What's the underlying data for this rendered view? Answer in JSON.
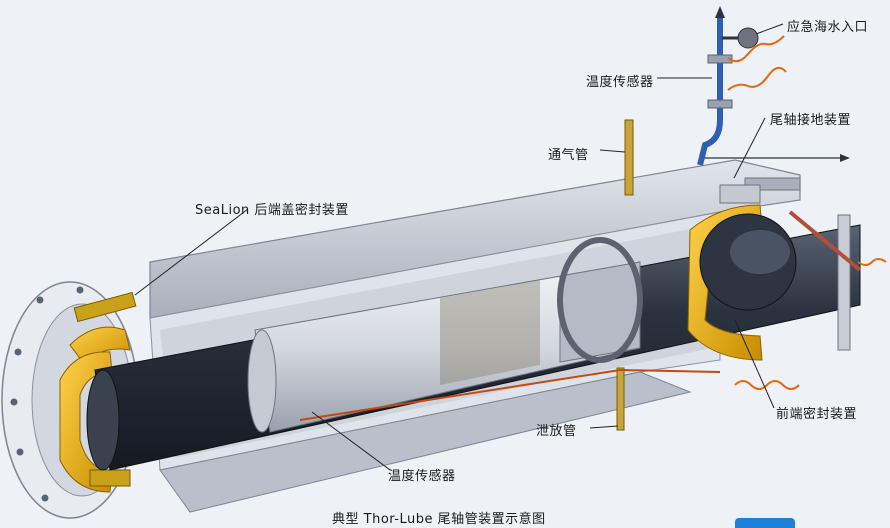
{
  "labels": {
    "emergency_inlet": "应急海水入口",
    "temp_sensor_top": "温度传感器",
    "shaft_grounding": "尾轴接地装置",
    "vent_pipe": "通气管",
    "rear_seal": "SeaLion 后端盖密封装置",
    "drain_pipe": "泄放管",
    "front_seal": "前端密封装置",
    "temp_sensor_bottom": "温度传感器"
  },
  "caption": "典型 Thor-Lube 尾轴管装置示意图",
  "colors": {
    "background": "#eef1f6",
    "tube_outer": "#c9ced8",
    "bearing": "#d9dde4",
    "shaft_dark": "#2b3340",
    "seal_yellow": "#f0b400",
    "pipe_blue": "#2f5fb3",
    "wave_orange": "#e06a10"
  }
}
